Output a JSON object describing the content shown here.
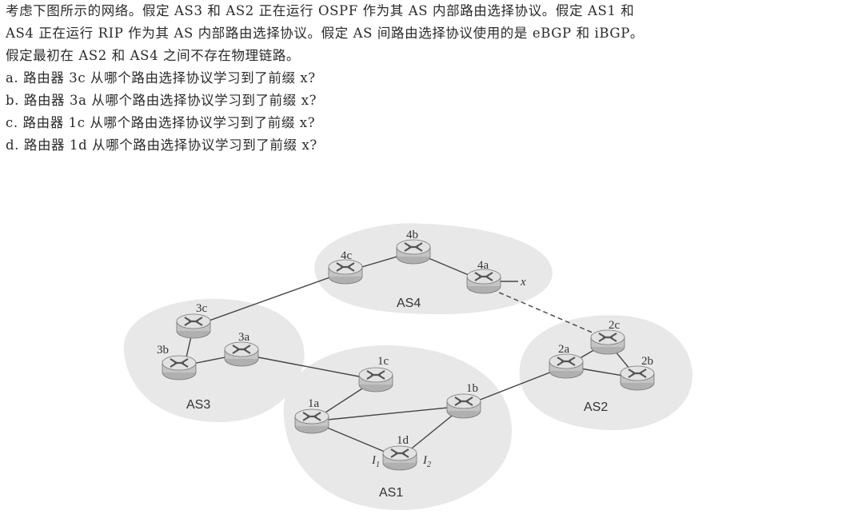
{
  "question": {
    "lines": [
      "考虑下图所示的网络。假定 AS3 和 AS2 正在运行 OSPF 作为其 AS 内部路由选择协议。假定 AS1 和",
      "AS4 正在运行 RIP 作为其 AS 内部路由选择协议。假定 AS 间路由选择协议使用的是 eBGP 和 iBGP。",
      "假定最初在 AS2 和 AS4 之间不存在物理链路。",
      "a. 路由器 3c 从哪个路由选择协议学习到了前缀 x?",
      "b. 路由器 3a 从哪个路由选择协议学习到了前缀 x?",
      "c. 路由器 1c 从哪个路由选择协议学习到了前缀 x?",
      "d. 路由器 1d 从哪个路由选择协议学习到了前缀 x?"
    ]
  },
  "diagram": {
    "as_labels": {
      "as1": "AS1",
      "as2": "AS2",
      "as3": "AS3",
      "as4": "AS4"
    },
    "routers": {
      "r4a": "4a",
      "r4b": "4b",
      "r4c": "4c",
      "r3a": "3a",
      "r3b": "3b",
      "r3c": "3c",
      "r1a": "1a",
      "r1b": "1b",
      "r1c": "1c",
      "r1d": "1d",
      "r2a": "2a",
      "r2b": "2b",
      "r2c": "2c"
    },
    "prefix": "x",
    "interfaces": {
      "i1": "I",
      "i1_sub": "1",
      "i2": "I",
      "i2_sub": "2"
    },
    "colors": {
      "as_region": "#e6e6e6",
      "router": "#cfcfcf"
    }
  }
}
